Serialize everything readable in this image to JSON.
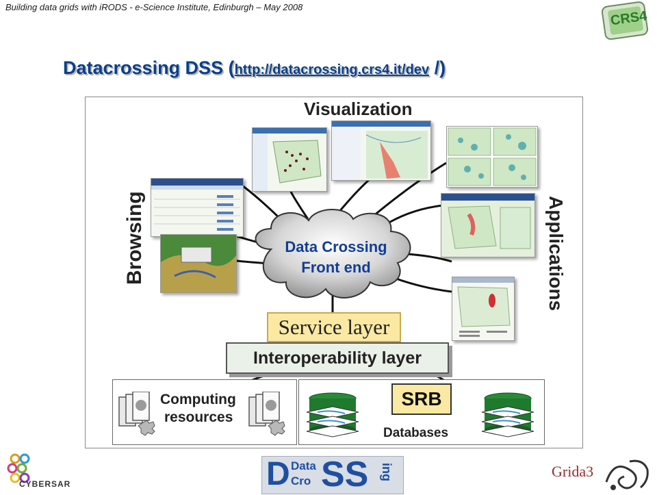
{
  "header": {
    "text": "Building data grids with iRODS - e-Science Institute, Edinburgh – May 2008"
  },
  "title": {
    "prefix": "Datacrossing DSS (",
    "link": "http://datacrossing.crs4.it/dev",
    "suffix": " /)"
  },
  "diagram": {
    "visualization": "Visualization",
    "browsing": "Browsing",
    "applications": "Applications",
    "cloud_line1": "Data Crossing",
    "cloud_line2": "Front end",
    "service_layer": "Service layer",
    "interop_layer": "Interoperability layer",
    "computing_line1": "Computing",
    "computing_line2": "resources",
    "srb": "SRB",
    "databases": "Databases"
  },
  "logos": {
    "crs4": "CRS4",
    "cybersar": "CYBERSAR",
    "datacrossing_a": "Data",
    "datacrossing_b": "Cro",
    "datacrossing_c": "SS",
    "datacrossing_d": "ing",
    "grida3": "Grida3"
  },
  "colors": {
    "title": "#0b3f8a",
    "cloud_text": "#123e95",
    "service": "#fbe9a3",
    "interop": "#eaf1e8",
    "db": "#1f7a2e"
  }
}
